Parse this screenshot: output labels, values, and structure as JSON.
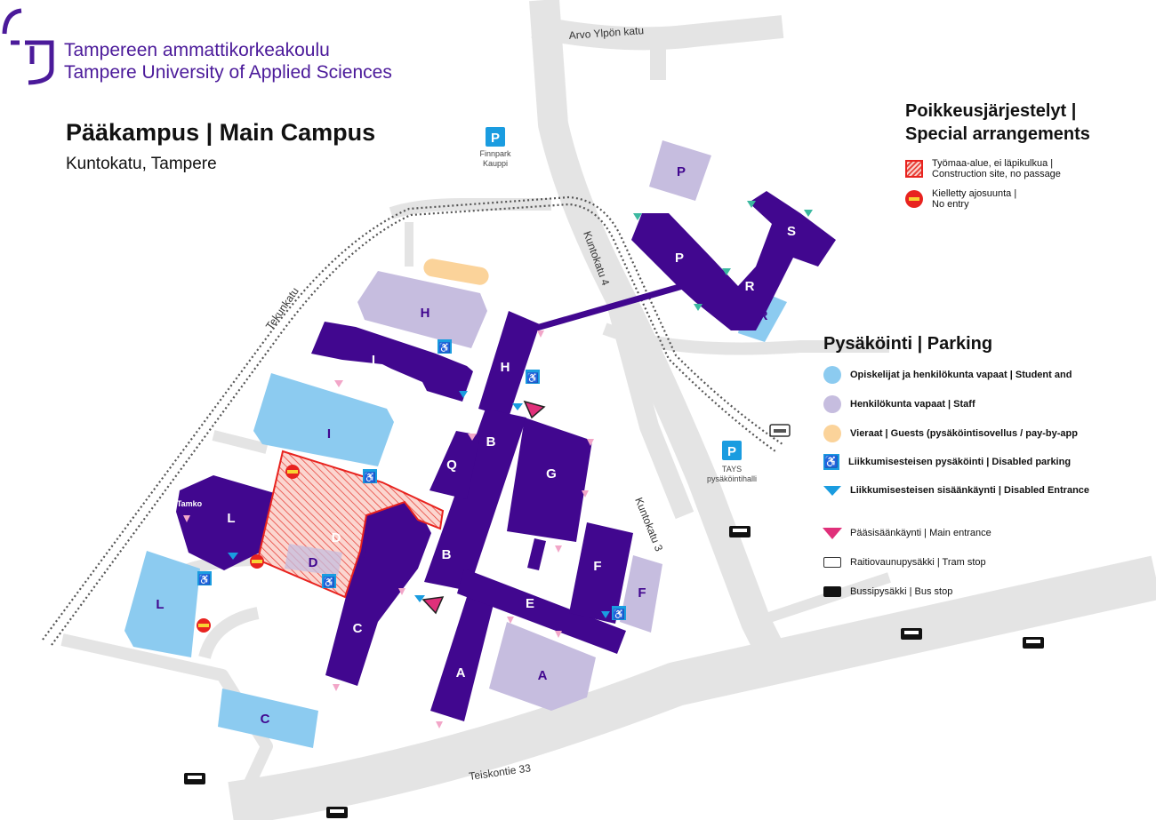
{
  "header": {
    "brand_fi": "Tampereen ammattikorkeakoulu",
    "brand_en": "Tampere University of Applied Sciences",
    "title": "Pääkampus | Main Campus",
    "subtitle": "Kuntokatu, Tampere"
  },
  "special": {
    "heading_1": "Poikkeusjärjestelyt |",
    "heading_2": "Special arrangements",
    "items": [
      {
        "line1": "Työmaa-alue, ei läpikulkua |",
        "line2": "Construction site, no passage"
      },
      {
        "line1": "Kielletty ajosuunta |",
        "line2": "No entry"
      }
    ]
  },
  "parking_legend": {
    "heading": "Pysäköinti | Parking",
    "items": [
      {
        "label": "Opiskelijat ja henkilökunta vapaat | Student and",
        "color": "#8ccbf0"
      },
      {
        "label": "Henkilökunta vapaat | Staff",
        "color": "#c6bddf"
      },
      {
        "label": "Vieraat | Guests (pysäköintisovellus / pay-by-app",
        "color": "#fbd39a"
      },
      {
        "label": "Liikkumisesteisen pysäköinti | Disabled parking",
        "color": "#1a9ce0"
      },
      {
        "label": "Liikkumisesteisen sisäänkäynti | Disabled Entrance",
        "color": "#1a9ce0"
      }
    ],
    "other": [
      {
        "label": "Pääsisäänkäynti | Main entrance"
      },
      {
        "label": "Raitiovaunupysäkki | Tram stop"
      },
      {
        "label": "Bussipysäkki | Bus stop"
      }
    ]
  },
  "streets": {
    "arvo": "Arvo Ylpön katu",
    "tekun": "Tekunkatu",
    "kunto4": "Kuntokatu 4",
    "kunto3": "Kuntokatu 3",
    "teisko": "Teiskontie 33"
  },
  "places": {
    "finnpark_1": "Finnpark",
    "finnpark_2": "Kauppi",
    "tays_1": "TAYS",
    "tays_2": "pysäköintihalli",
    "parking_symbol": "P"
  },
  "buildings": {
    "I": "I",
    "H": "H",
    "B": "B",
    "Q": "Q",
    "G": "G",
    "D": "D",
    "C": "C",
    "A": "A",
    "E": "E",
    "F": "F",
    "L": "L",
    "tamko": "Tamko",
    "P": "P",
    "R": "R",
    "S": "S"
  },
  "parking_areas": {
    "H": "H",
    "I": "I",
    "L": "L",
    "C": "C",
    "A": "A",
    "F": "F",
    "P": "P",
    "R": "R",
    "D": "D"
  }
}
